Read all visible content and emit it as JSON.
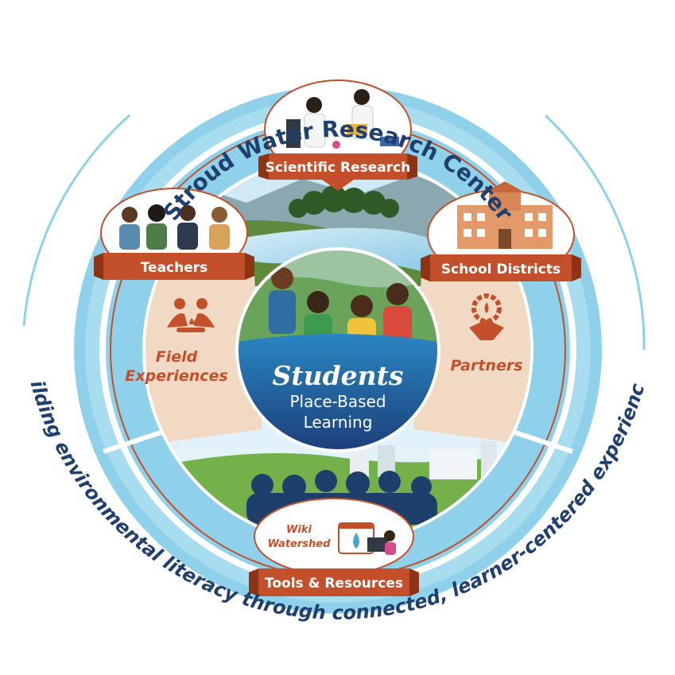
{
  "title": "Stroud Water Research Center",
  "tagline": "Building environmental literacy through connected, learner-centered experiences.",
  "center": {
    "heading": "Students",
    "subheading_line1": "Place-Based",
    "subheading_line2": "Learning"
  },
  "nodes": {
    "scientific_research": "Scientific Research",
    "teachers": "Teachers",
    "school_districts": "School Districts",
    "tools_resources": "Tools & Resources"
  },
  "sections": {
    "field_line1": "Field",
    "field_line2": "Experiences",
    "partners": "Partners"
  },
  "wiki": {
    "line1": "Wiki",
    "line2": "Watershed"
  },
  "colors": {
    "navy": "#1f3f6e",
    "ring_blue": "#8fd0ea",
    "ribbon": "#c4502b",
    "ribbon_dark": "#8e3416",
    "sand": "#f1d9c3",
    "white": "#ffffff"
  }
}
